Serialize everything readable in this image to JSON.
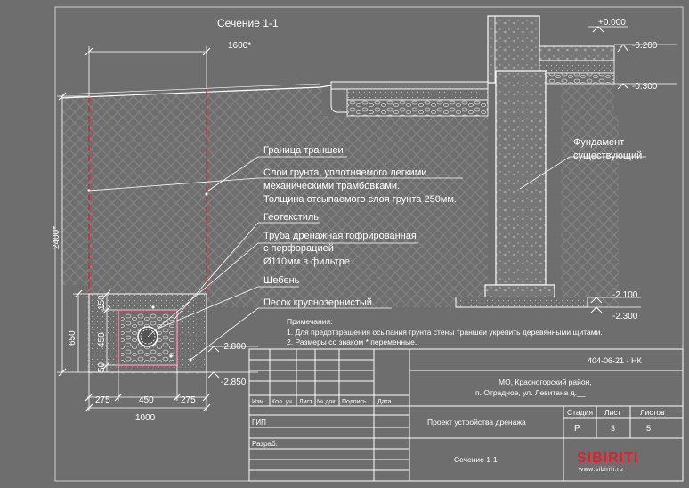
{
  "title": "Сечение 1-1",
  "dimensions": {
    "top_width": "1600*",
    "height_total": "2400*",
    "height_bottom": "650",
    "h_150": "150",
    "h_450": "450",
    "h_50": "50",
    "w_275_left": "275",
    "w_450": "450",
    "w_275_right": "275",
    "w_total": "1000"
  },
  "levels": {
    "l0": "+0.000",
    "l1": "-0.200",
    "l2": "-0.300",
    "l3": "-2.100",
    "l4": "-2.300",
    "l5": "-2.800",
    "l6": "-2.850"
  },
  "callouts": {
    "trench_border": "Граница траншеи",
    "soil_line1": "Слои грунта, уплотняемого легкими",
    "soil_line2": "механическими трамбовками.",
    "soil_line3": "Толщина отсыпаемого слоя грунта 250мм.",
    "geotextile": "Геотекстиль",
    "pipe_line1": "Труба дренажная гофрированная",
    "pipe_line2": "с перфорацией",
    "pipe_line3": "Ø110мм  в фильтре",
    "gravel": "Щебень",
    "sand": "Песок крупнозернистый",
    "foundation_line1": "Фундамент",
    "foundation_line2": "существующий"
  },
  "notes": {
    "heading": "Примечания:",
    "n1": "1. Для предотвращения осыпания грунта стены траншеи укрепить деревянными щитами.",
    "n2": "2. Размеры со знаком * переменные."
  },
  "stamp": {
    "code": "404-06-21 - НК",
    "address1": "МО, Красногорский район,",
    "address2": "п. Отрадное, ул. Левитана д.__",
    "col_izm": "Изм.",
    "col_kol": "Кол. уч",
    "col_list": "Лист",
    "col_doc": "№ док.",
    "col_sign": "Подпись",
    "col_date": "Дата",
    "gip": "ГИП",
    "razrab": "Разраб.",
    "project": "Проект устройства дренажа",
    "stage_label": "Стадия",
    "sheet_label": "Лист",
    "sheets_label": "Листов",
    "stage": "Р",
    "sheet": "3",
    "sheets": "5",
    "drawing": "Сечение 1-1",
    "logo": "SIBIRITI",
    "website": "www.sibiriti.ru"
  },
  "colors": {
    "background": "#6e6e6e",
    "lines": "#ffffff",
    "trench_border": "#e0202a",
    "pipe_outline": "#ff8fa8",
    "hatch": "#8a8a8a"
  }
}
